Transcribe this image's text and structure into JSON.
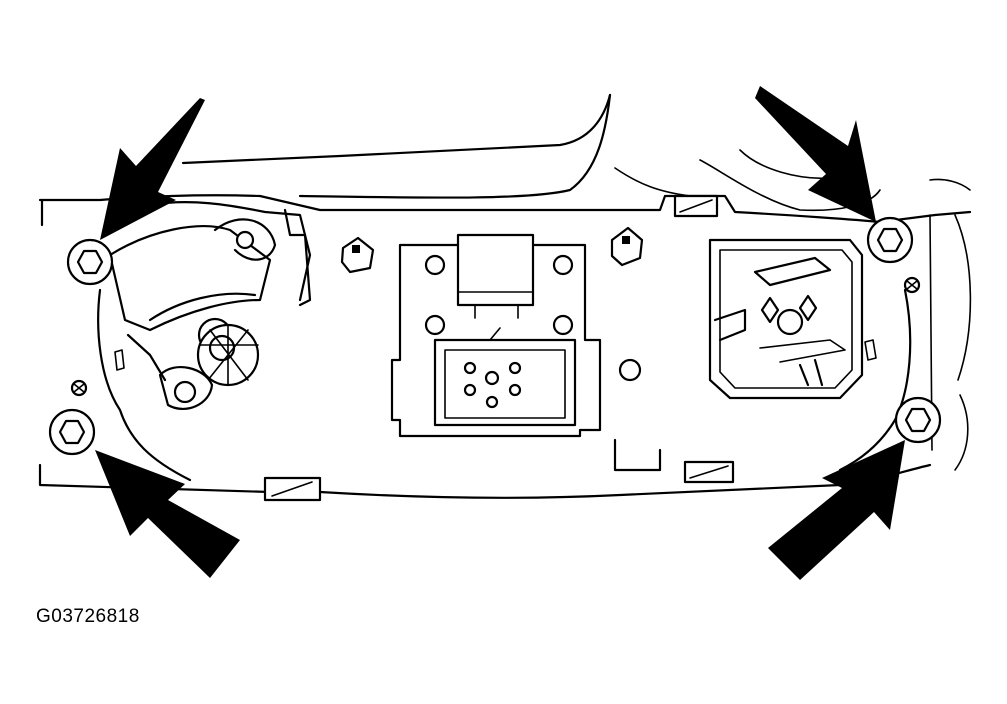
{
  "figure": {
    "code": "G03726818"
  },
  "callouts": [
    {
      "id": "arrow-upper-left",
      "points_to": "upper-left-bolt"
    },
    {
      "id": "arrow-upper-right",
      "points_to": "upper-right-bolt"
    },
    {
      "id": "arrow-lower-left",
      "points_to": "lower-left-bolt"
    },
    {
      "id": "arrow-lower-right",
      "points_to": "lower-right-bolt"
    }
  ],
  "colors": {
    "line": "#000000",
    "background": "#ffffff"
  }
}
